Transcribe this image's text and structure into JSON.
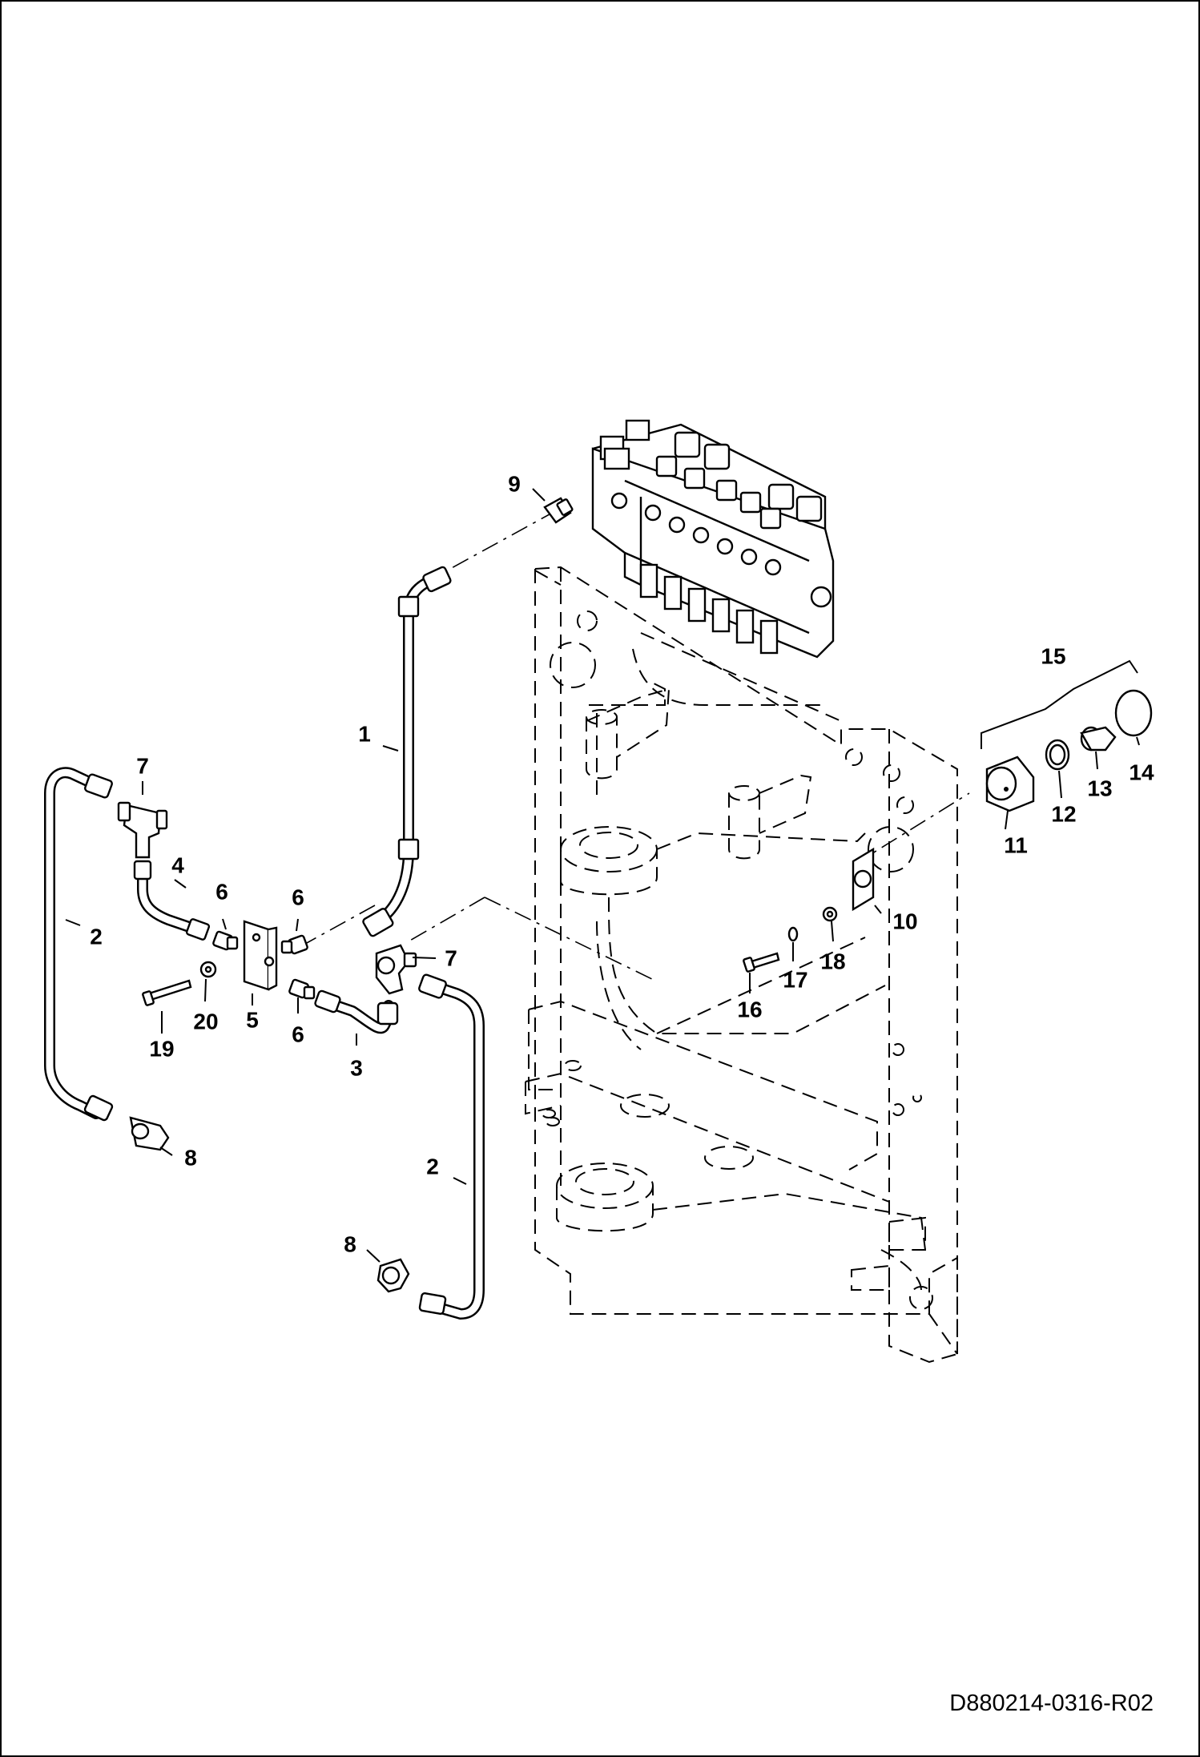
{
  "document_id": "D880214-0316-R02",
  "callouts": {
    "c1": "1",
    "c2a": "2",
    "c2b": "2",
    "c3": "3",
    "c4": "4",
    "c5": "5",
    "c6a": "6",
    "c6b": "6",
    "c6c": "6",
    "c7a": "7",
    "c7b": "7",
    "c8a": "8",
    "c8b": "8",
    "c9": "9",
    "c10": "10",
    "c11": "11",
    "c12": "12",
    "c13": "13",
    "c14": "14",
    "c15": "15",
    "c16": "16",
    "c17": "17",
    "c18": "18",
    "c19": "19",
    "c20": "20"
  }
}
